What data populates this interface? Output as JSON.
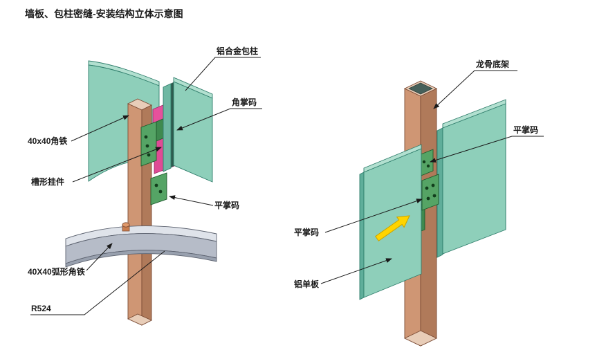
{
  "title": "墙板、包柱密缝-安装结构立体示意图",
  "left_diagram": {
    "labels": {
      "aluminum_column_cladding": "铝合金包柱",
      "corner_bracket": "角掌码",
      "angle_iron": "40x40角铁",
      "channel_hanger": "槽形挂件",
      "flat_bracket": "平掌码",
      "curved_angle_iron": "40X40弧形角铁",
      "radius": "R524"
    }
  },
  "right_diagram": {
    "labels": {
      "keel_base_frame": "龙骨底架",
      "flat_bracket_right": "平掌码",
      "flat_bracket_left": "平掌码",
      "aluminum_panel": "铝单板"
    }
  },
  "colors": {
    "panel_teal": "#8ecfba",
    "panel_teal_light": "#b2e0d0",
    "panel_teal_dark": "#5fae9a",
    "column_copper": "#cf9674",
    "column_copper_dark": "#b07a5a",
    "column_end_cream": "#e8cdb8",
    "bracket_green": "#55a465",
    "hanger_pink": "#e6519c",
    "arc_gray": "#b6bcc8",
    "arrow_yellow": "#ffd400"
  }
}
